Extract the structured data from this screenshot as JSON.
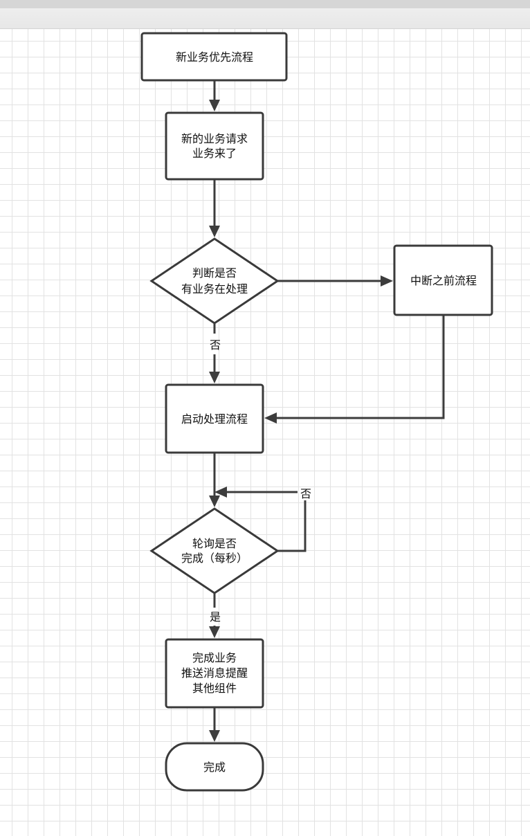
{
  "nodes": {
    "start": {
      "lines": [
        "新业务优先流程"
      ]
    },
    "request": {
      "lines": [
        "新的业务请求",
        "业务来了"
      ]
    },
    "check_busy": {
      "lines": [
        "判断是否",
        "有业务在处理"
      ]
    },
    "interrupt": {
      "lines": [
        "中断之前流程"
      ]
    },
    "start_process": {
      "lines": [
        "启动处理流程"
      ]
    },
    "poll": {
      "lines": [
        "轮询是否",
        "完成（每秒）"
      ]
    },
    "complete_task": {
      "lines": [
        "完成业务",
        "推送消息提醒",
        "其他组件"
      ]
    },
    "end": {
      "lines": [
        "完成"
      ]
    }
  },
  "edge_labels": {
    "busy_no": "否",
    "poll_no": "否",
    "poll_yes": "是"
  }
}
